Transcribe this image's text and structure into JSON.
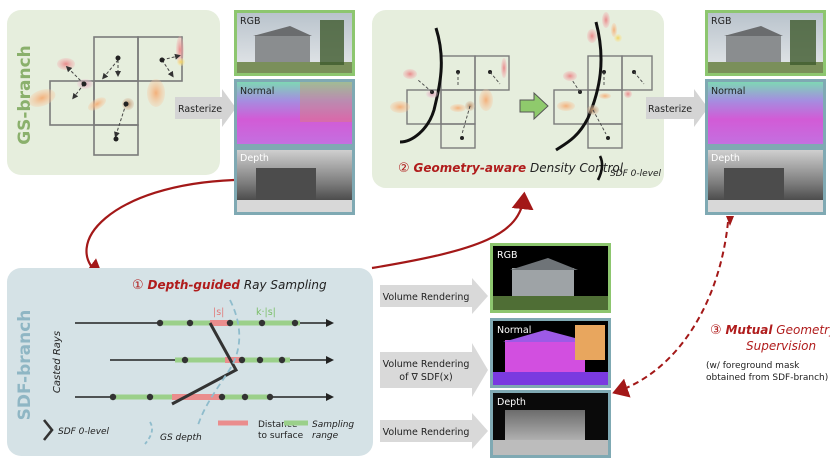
{
  "gs_branch": {
    "title": "GS-branch",
    "rasterize": "Rasterize",
    "panels": {
      "rgb": "RGB",
      "normal": "Normal",
      "depth": "Depth"
    }
  },
  "density_control": {
    "number": "②",
    "bold_part": "Geometry-aware",
    "rest": " Density Control",
    "sdf_legend": "SDF 0-level"
  },
  "right_panels": {
    "rasterize": "Rasterize",
    "rgb": "RGB",
    "normal": "Normal",
    "depth": "Depth"
  },
  "sdf_branch": {
    "title": "SDF-branch",
    "step1_number": "①",
    "step1_bold": "Depth-guided",
    "step1_rest": " Ray Sampling",
    "casted_rays": "Casted Rays",
    "s_label": "|s|",
    "ks_label": "k·|s|",
    "legend": {
      "sdf": "SDF 0-level",
      "gs_depth": "GS depth",
      "distance_line1": "Distance",
      "distance_line2": "to surface",
      "sampling_line1": "Sampling",
      "sampling_line2": "range"
    },
    "arrows": {
      "vr1": "Volume Rendering",
      "vr2_line1": "Volume Rendering",
      "vr2_line2": "of ∇ SDF(x)",
      "vr3": "Volume Rendering"
    },
    "panels": {
      "rgb": "RGB",
      "normal": "Normal",
      "depth": "Depth"
    }
  },
  "mutual": {
    "number": "③",
    "bold_part": "Mutual",
    "rest_line1": " Geometry",
    "line2": "Supervision",
    "note_line1": "(w/ foreground mask",
    "note_line2": "obtained from SDF-branch)"
  },
  "colors": {
    "gs_bg": "#e6eedd",
    "sdf_bg": "#d5e2e6",
    "accent_red": "#b01c1c",
    "green_border": "#8dc66f",
    "blue_border": "#7fa9b3",
    "sampling_green": "#9bd08a",
    "distance_red": "#ea8d8d",
    "gs_depth_blue": "#8fbccc"
  }
}
